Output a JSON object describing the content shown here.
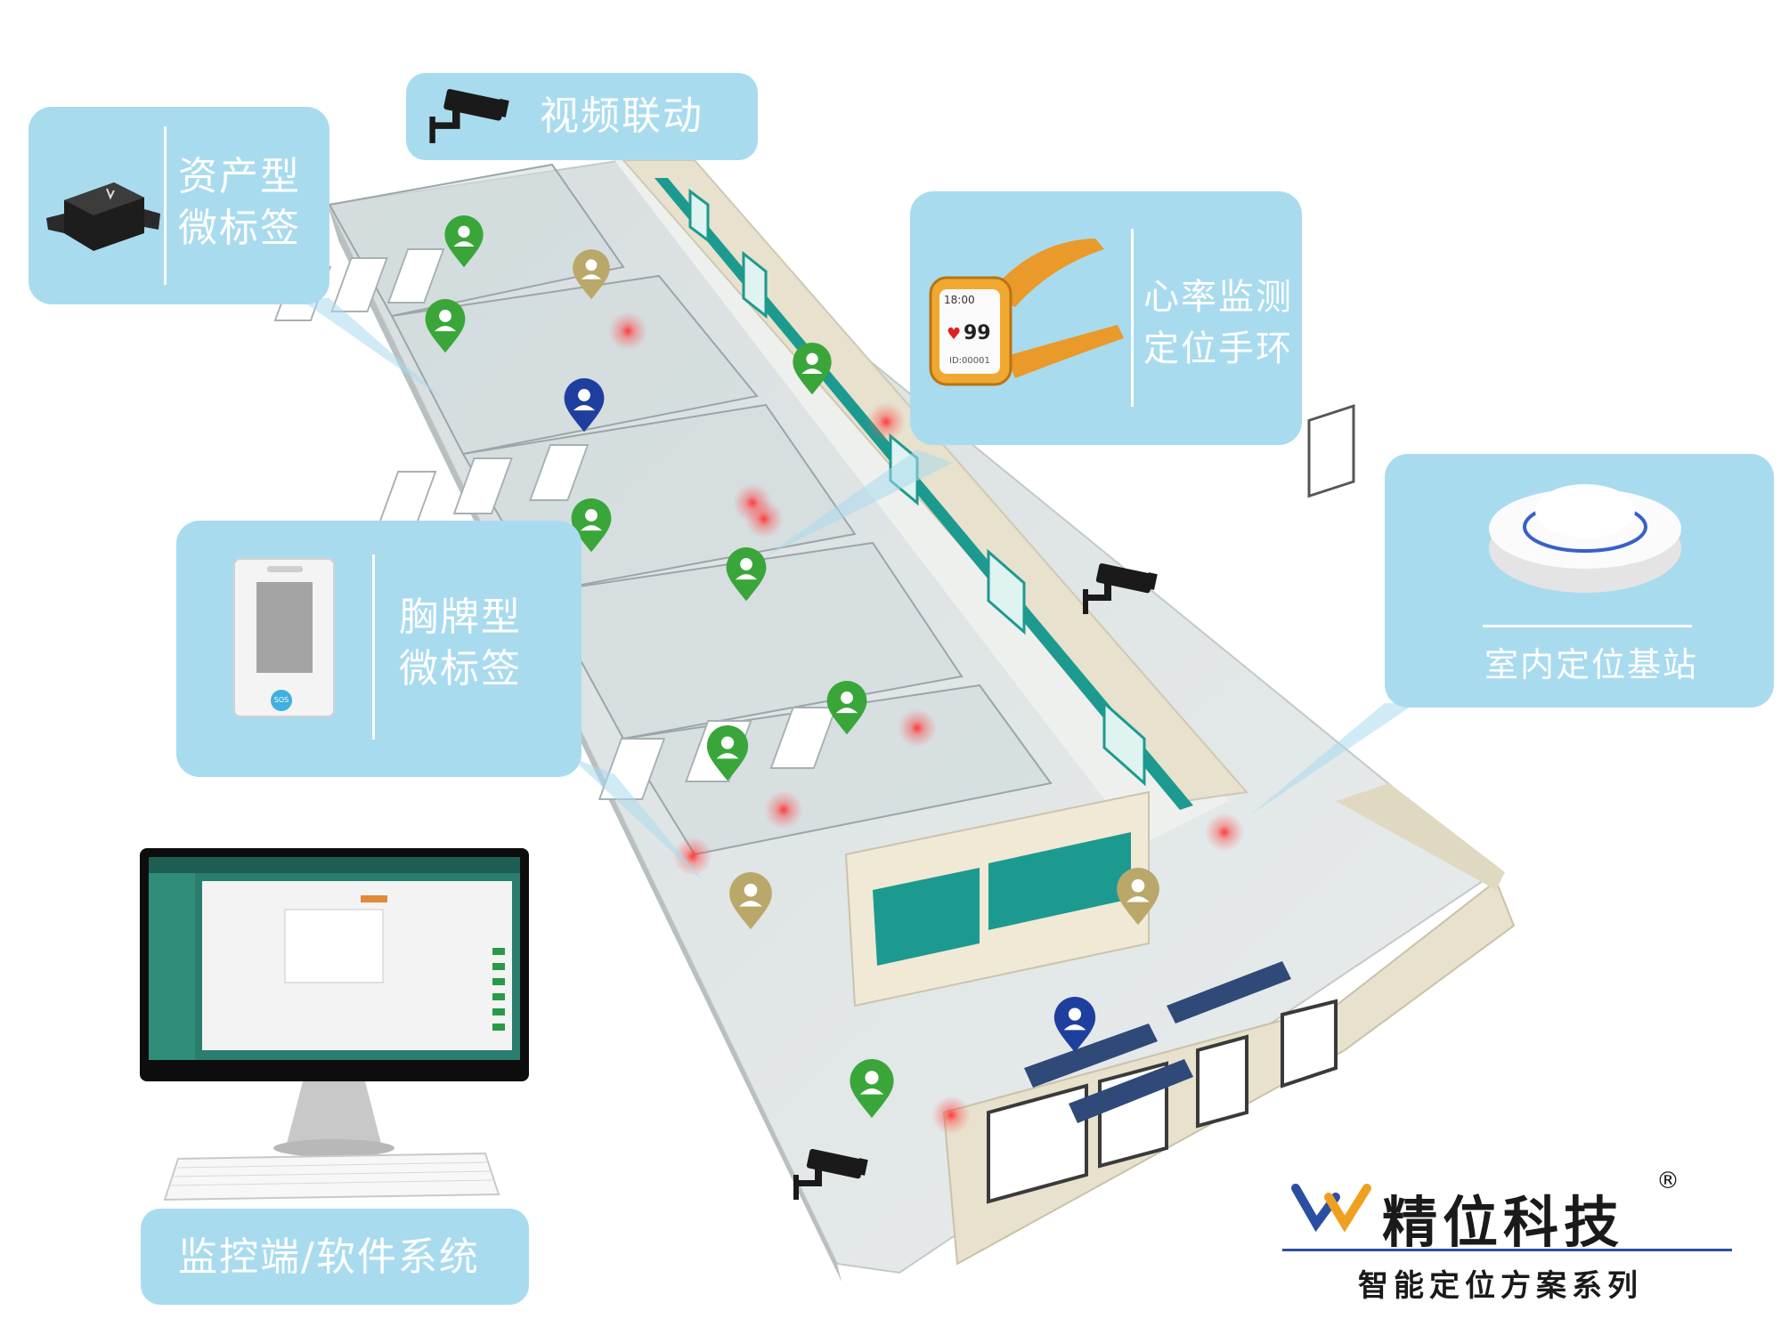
{
  "callouts": {
    "video": "视频联动",
    "asset_tag_line1": "资产型",
    "asset_tag_line2": "微标签",
    "wristband_line1": "心率监测",
    "wristband_line2": "定位手环",
    "badge_tag_line1": "胸牌型",
    "badge_tag_line2": "微标签",
    "base_station": "室内定位基站",
    "monitor_software": "监控端/软件系统"
  },
  "wristband_screen": {
    "time": "18:00",
    "heart_rate": "99",
    "id": "ID:00001"
  },
  "badge_button": "SOS",
  "brand": {
    "name": "精位科技",
    "registered": "®",
    "subtitle": "智能定位方案系列"
  },
  "colors": {
    "callout_bg": "#a9dbef",
    "callout_text": "#ffffff",
    "green_pin": "#3aa63a",
    "blue_pin": "#1f3f9e",
    "gold_pin": "#b9a86a",
    "alarm_red": "#e01515",
    "teal_wall": "#1d9a8f",
    "brand_blue": "#2a4fa0",
    "brand_orange": "#f0a020"
  },
  "icons": [
    "cctv-camera-icon",
    "person-pin-icon",
    "alarm-light-icon",
    "brand-logo-icon"
  ]
}
